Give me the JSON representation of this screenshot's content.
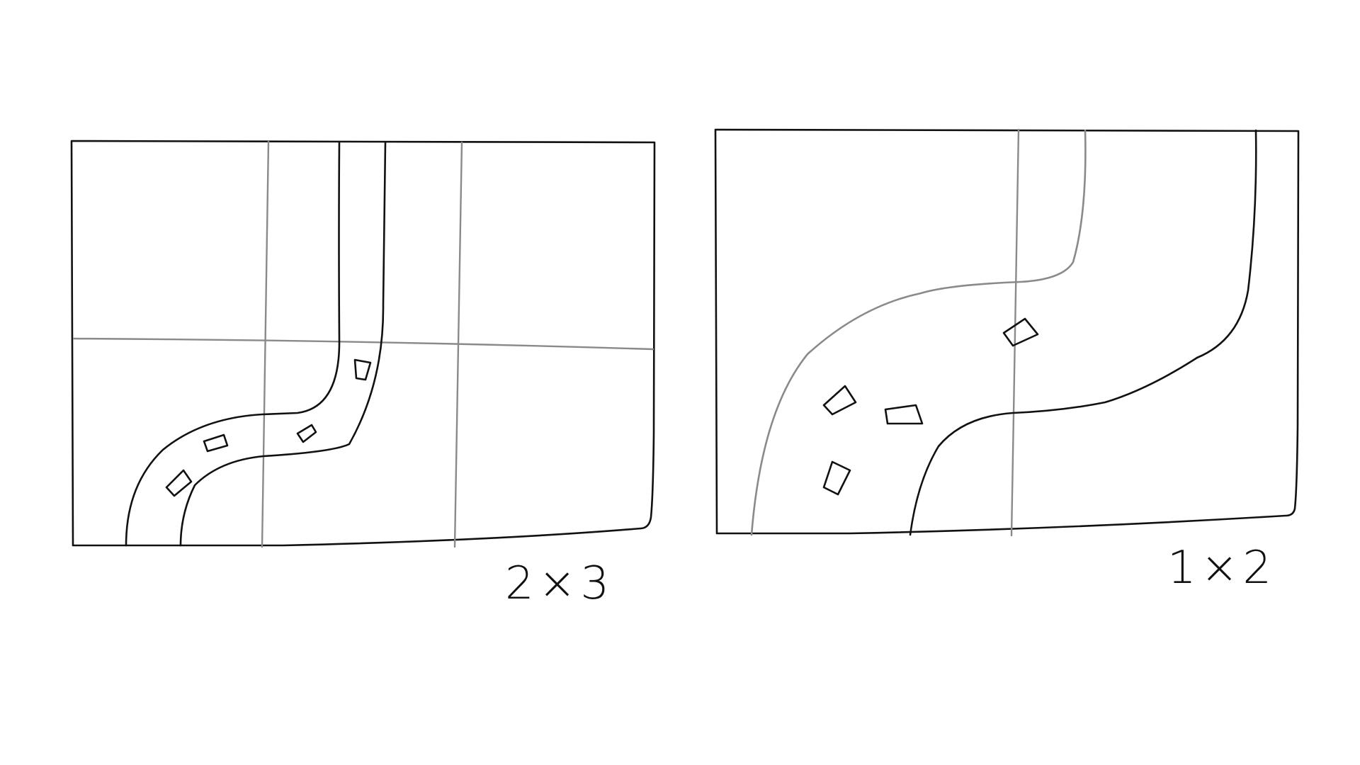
{
  "sketches": [
    {
      "id": "left",
      "grid_label": "2×3",
      "rows": 2,
      "columns": 3
    },
    {
      "id": "right",
      "grid_label": "1×2",
      "rows": 1,
      "columns": 2
    }
  ]
}
